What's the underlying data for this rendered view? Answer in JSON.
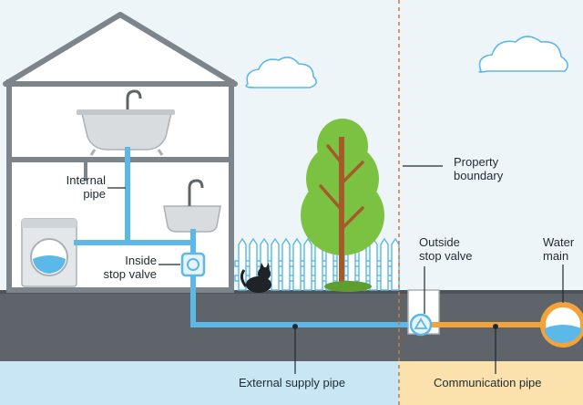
{
  "diagram": {
    "labels": {
      "internal_pipe": [
        "Internal",
        "pipe"
      ],
      "inside_stop_valve": [
        "Inside",
        "stop valve"
      ],
      "outside_stop_valve": [
        "Outside",
        "stop valve"
      ],
      "property_boundary": [
        "Property",
        "boundary"
      ],
      "water_main": [
        "Water",
        "main"
      ],
      "external_supply_pipe": "External supply pipe",
      "communication_pipe": "Communication pipe"
    },
    "colors": {
      "sky": "#eef5f8",
      "pipe_blue": "#5bb8e8",
      "pipe_orange": "#f2a33a",
      "ground": "#5f646a",
      "ground_dark": "#4e5358",
      "house_outline": "#7d858c",
      "water_left": "#c9e6f5",
      "water_right": "#fbe2ad",
      "tree_green": "#7cc242",
      "trunk": "#a55a2a",
      "boundary": "#c77c3a"
    },
    "icons": [
      "bathtub-icon",
      "sink-icon",
      "washing-machine-icon",
      "cat-icon",
      "cloud-icon",
      "tree-icon",
      "valve-icon"
    ]
  }
}
